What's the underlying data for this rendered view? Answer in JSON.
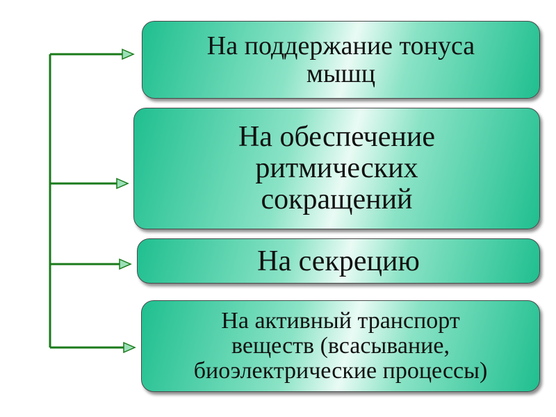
{
  "boxes": [
    {
      "text": "На поддержание тонуса\nмышц"
    },
    {
      "text": "На обеспечение\nритмических\nсокращений"
    },
    {
      "text": "На секрецию"
    },
    {
      "text": "На  активный транспорт\nвеществ (всасывание,\nбиоэлектрические процессы)"
    }
  ],
  "colors": {
    "connector": "#1a7a1a",
    "box_accent": "#1fbf8f"
  }
}
